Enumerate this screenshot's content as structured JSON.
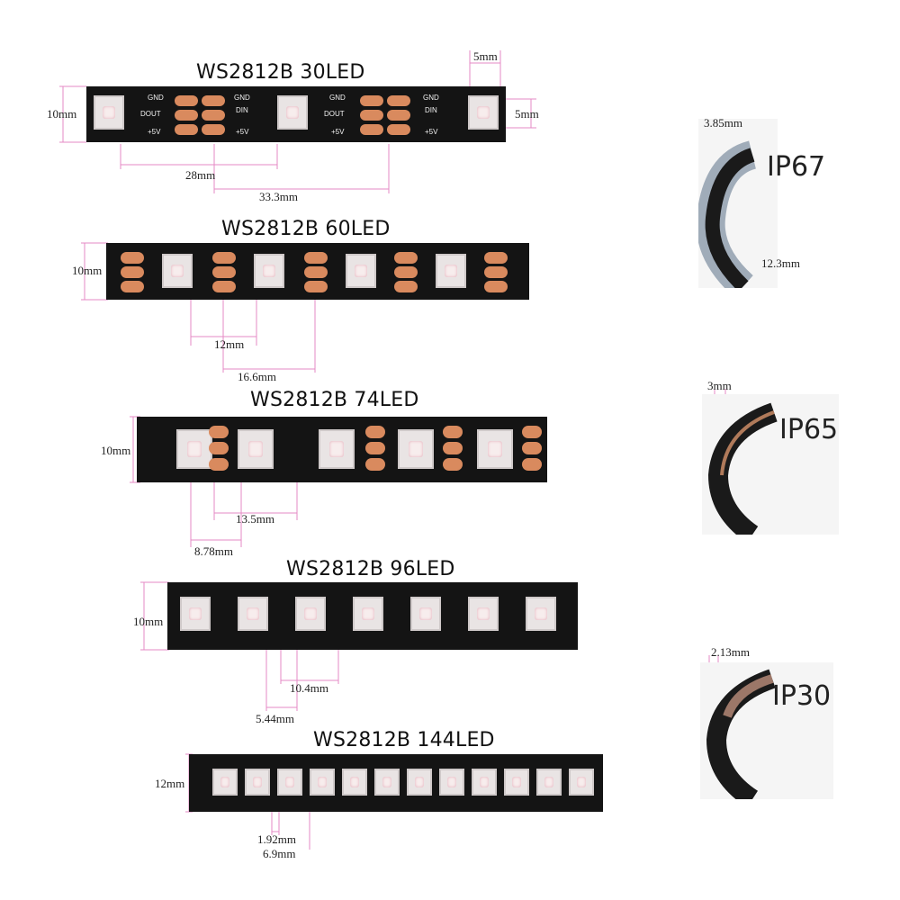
{
  "strips": [
    {
      "title": "WS2812B 30LED",
      "dims": {
        "height": "10mm",
        "led": "5mm",
        "led_side": "5mm",
        "gap": "28mm",
        "pitch": "33.3mm"
      },
      "silk": {
        "gnd": "GND",
        "dout": "DOUT",
        "din": "DIN",
        "v5": "+5V"
      }
    },
    {
      "title": "WS2812B 60LED",
      "dims": {
        "height": "10mm",
        "gap": "12mm",
        "pitch": "16.6mm"
      }
    },
    {
      "title": "WS2812B 74LED",
      "dims": {
        "height": "10mm",
        "gap": "13.5mm",
        "pitch": "8.78mm"
      }
    },
    {
      "title": "WS2812B 96LED",
      "dims": {
        "height": "10mm",
        "gap": "10.4mm",
        "pitch": "5.44mm"
      }
    },
    {
      "title": "WS2812B 144LED",
      "dims": {
        "height": "12mm",
        "gap": "1.92mm",
        "pitch": "6.9mm"
      }
    }
  ],
  "waterproof": [
    {
      "label": "IP67",
      "thickness": "3.85mm",
      "width": "12.3mm"
    },
    {
      "label": "IP65",
      "thickness": "3mm"
    },
    {
      "label": "IP30",
      "thickness": "2.13mm"
    }
  ],
  "colors": {
    "pcb": "#141414",
    "pad": "#d98a5e",
    "dim_line": "#e06ab0",
    "silicone": "#5a6f86"
  }
}
